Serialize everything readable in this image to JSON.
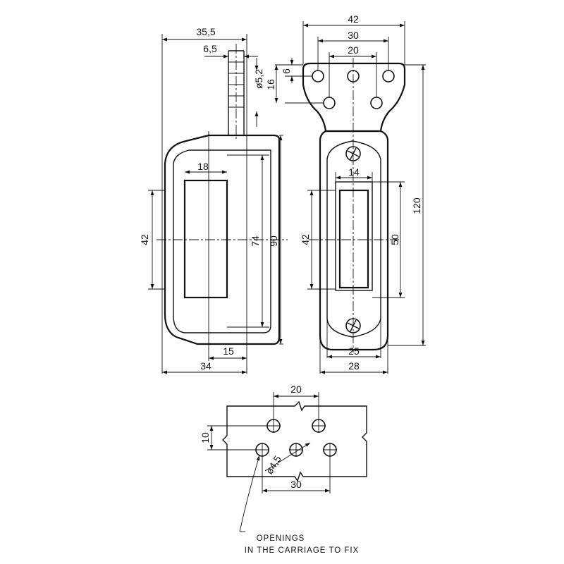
{
  "side_view": {
    "dims": {
      "overall_depth": "35,5",
      "plate_thickness": "6,5",
      "hole_diameter": "ø5,2",
      "window_width": "18",
      "body_height_42": "42",
      "window_height": "74",
      "body_height": "90",
      "lower_offset": "15",
      "body_depth": "34"
    }
  },
  "front_view": {
    "dims": {
      "hole_span_outer": "42",
      "hole_span_mid": "30",
      "hole_span_inner": "20",
      "hole_row_offset": "6",
      "hole_offset": "16",
      "slot_width": "14",
      "height_42": "42",
      "height_50": "50",
      "overall_height": "120",
      "inner_width": "25",
      "outer_width": "28"
    }
  },
  "carriage_view": {
    "dims": {
      "top_span": "20",
      "row_spacing": "10",
      "hole_diameter": "ø4,5",
      "bottom_span": "30"
    },
    "note_line1": "OPENINGS",
    "note_line2": "IN THE CARRIAGE TO FIX"
  }
}
